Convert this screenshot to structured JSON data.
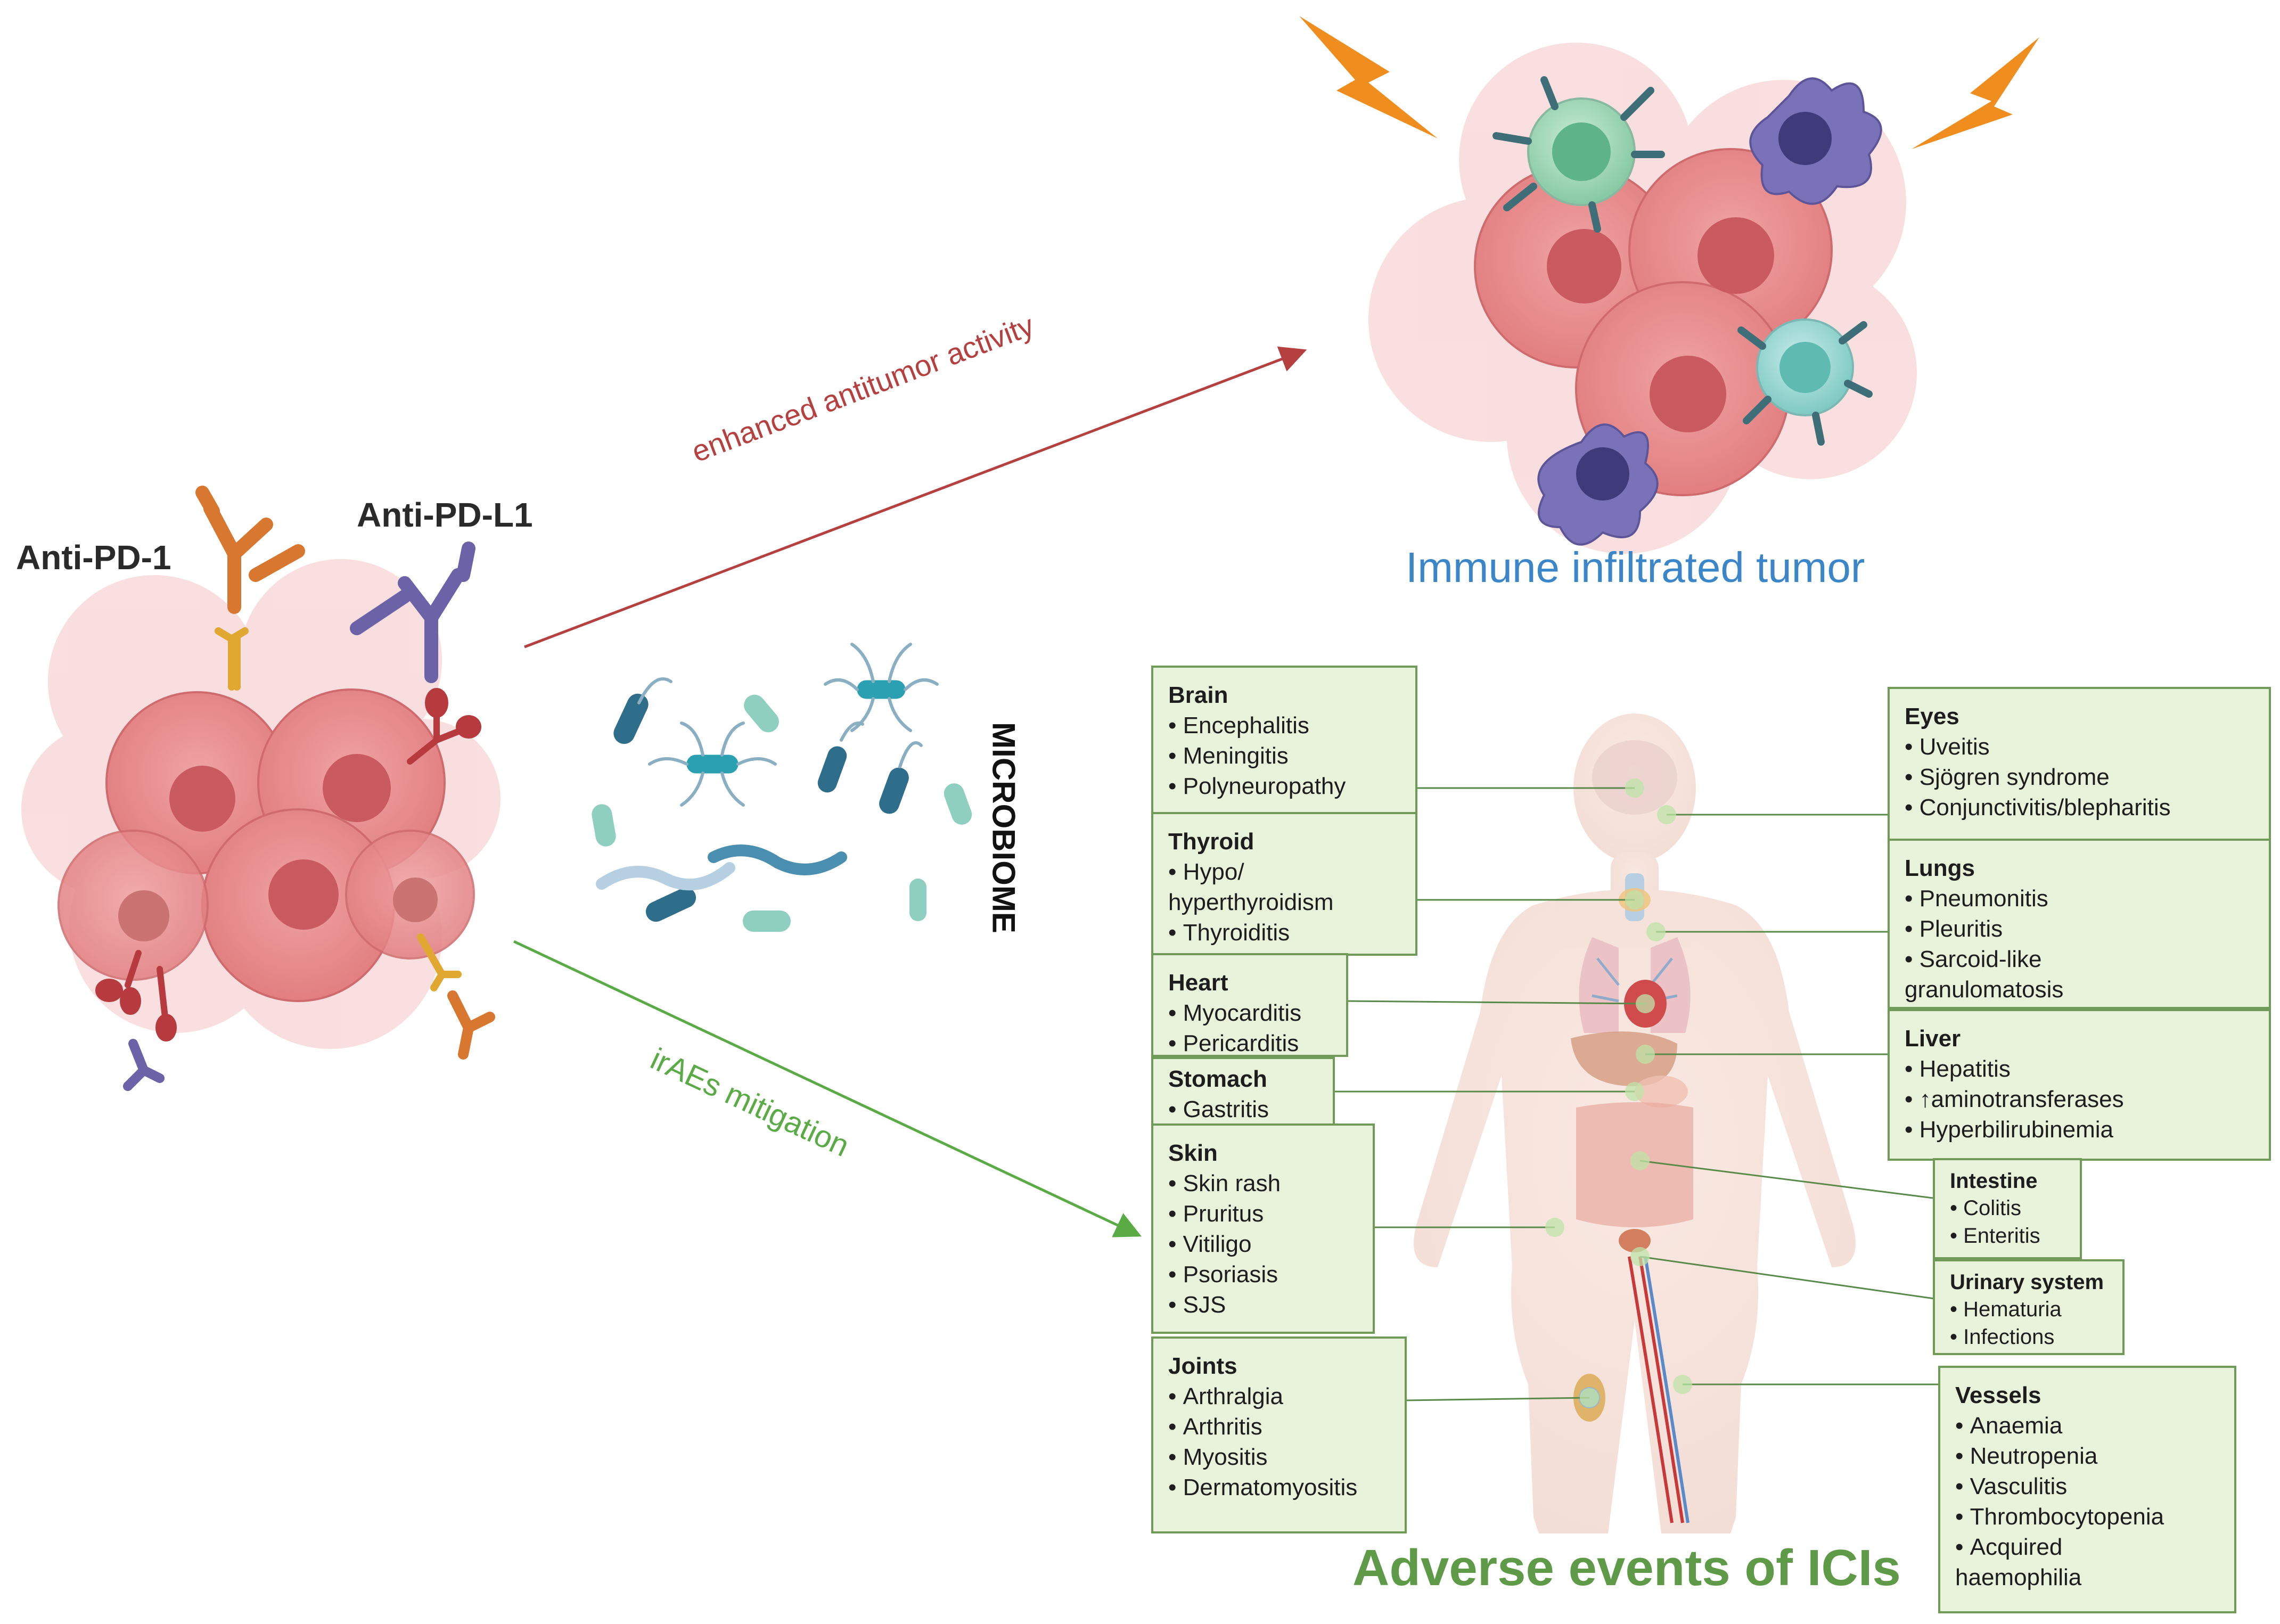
{
  "labels": {
    "anti_pd1": "Anti-PD-1",
    "anti_pdl1": "Anti-PD-L1",
    "microbiome": "MICROBIOME",
    "enhanced": "enhanced antitumor activity",
    "mitigation": "irAEs mitigation",
    "infiltrated": "Immune infiltrated tumor",
    "adverse": "Adverse events of ICIs"
  },
  "boxes": {
    "brain": {
      "title": "Brain",
      "items": [
        "Encephalitis",
        "Meningitis",
        "Polyneuropathy"
      ]
    },
    "thyroid": {
      "title": "Thyroid",
      "items": [
        "Hypo/ hyperthyroidism",
        "Thyroiditis"
      ]
    },
    "heart": {
      "title": "Heart",
      "items": [
        "Myocarditis",
        "Pericarditis"
      ]
    },
    "stomach": {
      "title": "Stomach",
      "items": [
        "Gastritis"
      ]
    },
    "skin": {
      "title": "Skin",
      "items": [
        "Skin rash",
        "Pruritus",
        "Vitiligo",
        "Psoriasis",
        "SJS"
      ]
    },
    "joints": {
      "title": "Joints",
      "items": [
        "Arthralgia",
        "Arthritis",
        "Myositis",
        "Dermatomyositis"
      ]
    },
    "eyes": {
      "title": "Eyes",
      "items": [
        "Uveitis",
        "Sjögren syndrome",
        "Conjunctivitis/blepharitis"
      ]
    },
    "lungs": {
      "title": "Lungs",
      "items": [
        "Pneumonitis",
        "Pleuritis",
        "Sarcoid-like granulomatosis"
      ]
    },
    "liver": {
      "title": "Liver",
      "items": [
        "Hepatitis",
        "↑aminotransferases",
        "Hyperbilirubinemia"
      ]
    },
    "intestine": {
      "title": "Intestine",
      "items": [
        "Colitis",
        "Enteritis"
      ]
    },
    "urinary": {
      "title": "Urinary system",
      "items": [
        "Hematuria",
        "Infections"
      ]
    },
    "vessels": {
      "title": "Vessels",
      "items": [
        "Anaemia",
        "Neutropenia",
        "Vasculitis",
        "Thrombocytopenia",
        "Acquired haemophilia"
      ]
    }
  },
  "colors": {
    "enhanced_arrow": "#b5403f",
    "mitigation_arrow": "#5aab45",
    "infiltrated_text": "#3a86c8",
    "adverse_text": "#5f9a48",
    "box_fill": "#e9f3dc",
    "box_border": "#6f9a57",
    "tumor_cell": "#e9888a",
    "anti_pd1": "#d8772f",
    "anti_pdl1": "#6b62a8"
  }
}
